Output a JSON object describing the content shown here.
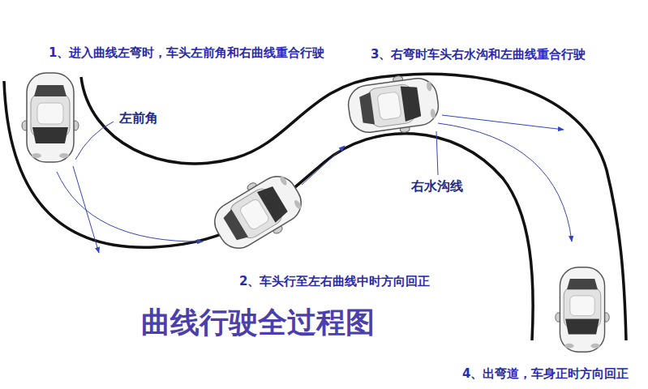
{
  "diagram": {
    "title": "曲线行驶全过程图",
    "labels": [
      "1、进入曲线左弯时，车头左前角和右曲线重合行驶",
      "3、右弯时车头右水沟和左曲线重合行驶",
      "左前角",
      "右水沟线",
      "2、车头行至左右曲线中时方向回正",
      "4、出弯道，车身正时方向回正"
    ]
  }
}
